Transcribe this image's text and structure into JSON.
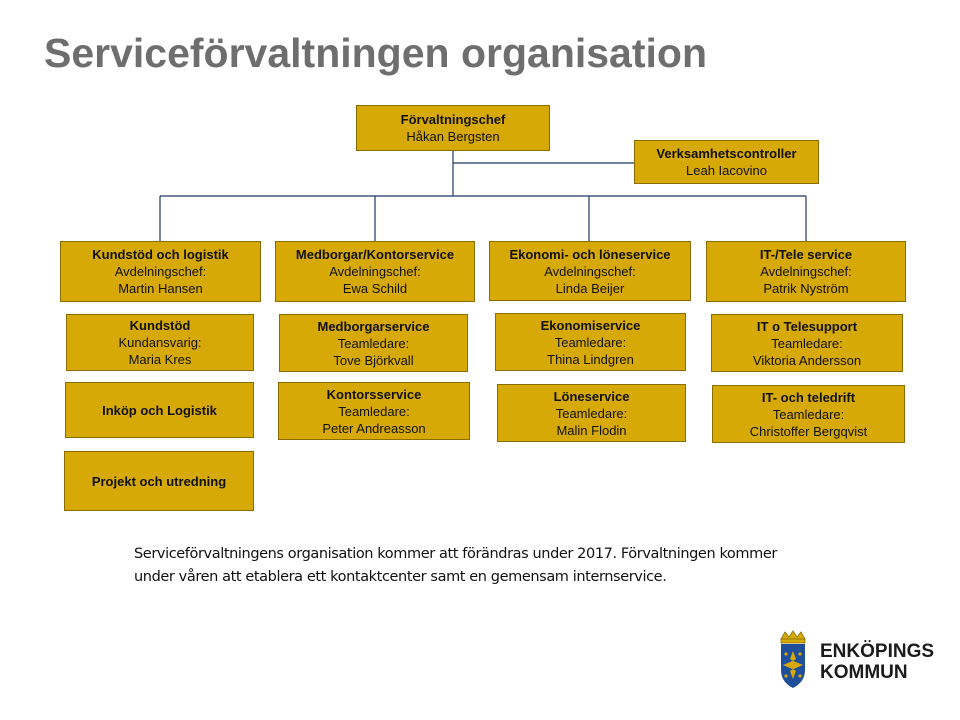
{
  "title": "Serviceförvaltningen organisation",
  "top": {
    "chief": {
      "role": "Förvaltningschef",
      "name": "Håkan Bergsten"
    },
    "controller": {
      "role": "Verksamhetscontroller",
      "name": "Leah Iacovino"
    }
  },
  "departments": [
    {
      "name": "Kundstöd och logistik",
      "role": "Avdelningschef:",
      "person": "Martin Hansen",
      "units": [
        {
          "name": "Kundstöd",
          "role": "Kundansvarig:",
          "person": "Maria Kres"
        },
        {
          "name": "Inköp och Logistik"
        },
        {
          "name": "Projekt och utredning"
        }
      ]
    },
    {
      "name": "Medborgar/Kontorservice",
      "role": "Avdelningschef:",
      "person": "Ewa Schild",
      "units": [
        {
          "name": "Medborgarservice",
          "role": "Teamledare:",
          "person": "Tove Björkvall"
        },
        {
          "name": "Kontorsservice",
          "role": "Teamledare:",
          "person": "Peter Andreasson"
        }
      ]
    },
    {
      "name": "Ekonomi- och löneservice",
      "role": "Avdelningschef:",
      "person": "Linda Beijer",
      "units": [
        {
          "name": "Ekonomiservice",
          "role": "Teamledare:",
          "person": "Thina Lindgren"
        },
        {
          "name": "Löneservice",
          "role": "Teamledare:",
          "person": "Malin Flodin"
        }
      ]
    },
    {
      "name": "IT-/Tele service",
      "role": "Avdelningschef:",
      "person": "Patrik Nyström",
      "units": [
        {
          "name": "IT o Telesupport",
          "role": "Teamledare:",
          "person": "Viktoria Andersson"
        },
        {
          "name": "IT- och teledrift",
          "role": "Teamledare:",
          "person": "Christoffer Bergqvist"
        }
      ]
    }
  ],
  "note": {
    "line1": "Serviceförvaltningens organisation kommer att förändras under 2017. Förvaltningen kommer",
    "line2": "under våren att etablera ett kontaktcenter samt en gemensam internservice."
  },
  "logo": {
    "line1": "ENKÖPINGS",
    "line2": "KOMMUN"
  },
  "colors": {
    "box": "#d6a907",
    "title": "#6e6e6e",
    "line": "#1f3864",
    "shield": "#1f4e9b"
  }
}
